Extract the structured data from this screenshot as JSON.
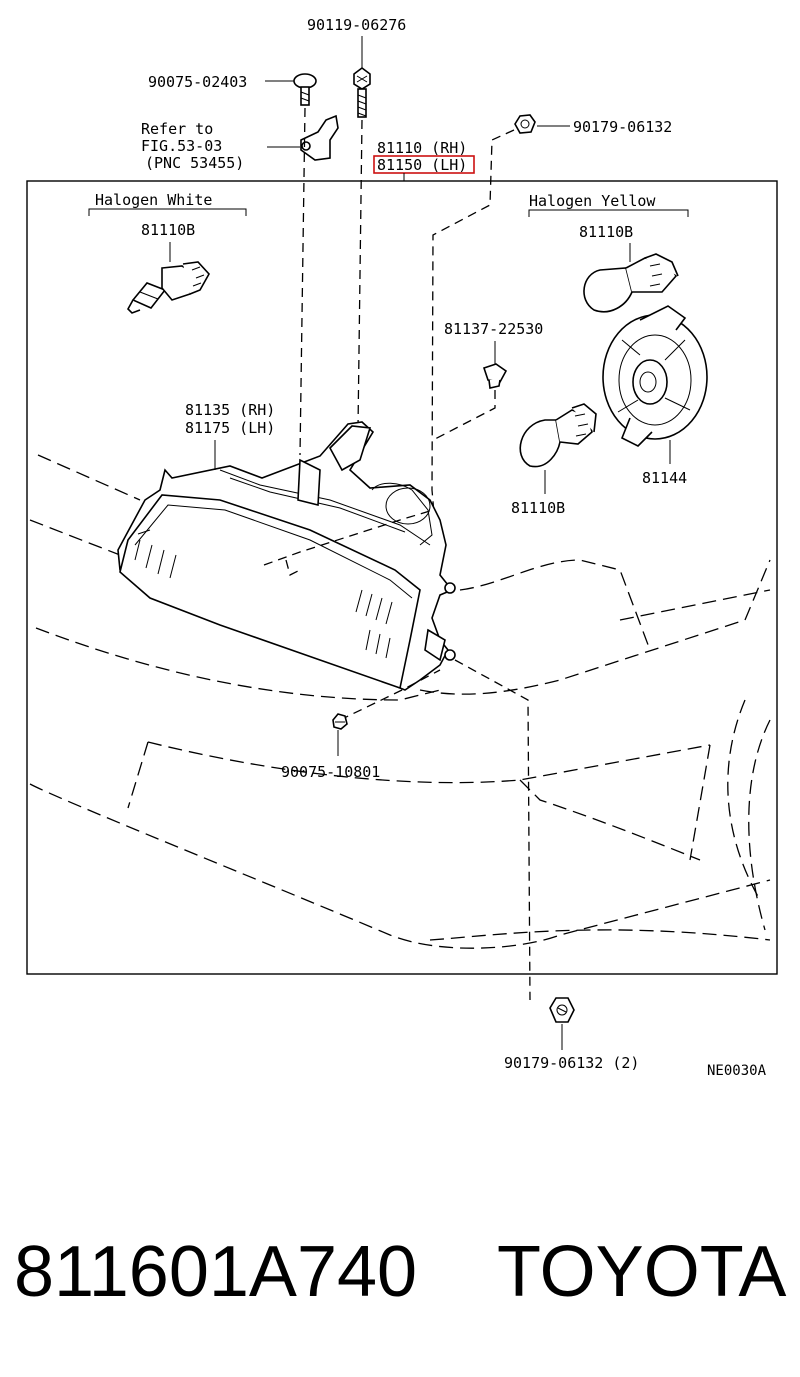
{
  "callouts": {
    "screw_top": "90119-06276",
    "screw_left": "90075-02403",
    "refer_line1": "Refer to",
    "refer_line2": "FIG.53-03",
    "refer_line3": "(PNC 53455)",
    "assy_rh": "81110 (RH)",
    "assy_lh": "81150 (LH)",
    "clip_top_right": "90179-06132",
    "group_white": "Halogen White",
    "group_yellow": "Halogen Yellow",
    "bulb_white": "81110B",
    "bulb_yellow": "81110B",
    "clip_mid": "81137-22530",
    "housing_rh": "81135 (RH)",
    "housing_lh": "81175 (LH)",
    "socket_cover": "81144",
    "bulb_lower": "81110B",
    "bolt_lower": "90075-10801",
    "clip_bottom": "90179-06132 (2)",
    "drawing_code": "NE0030A"
  },
  "footer": {
    "part_number": "811601A740",
    "brand": "TOYOTA"
  },
  "colors": {
    "highlight": "#cc1010",
    "ink": "#000000"
  }
}
